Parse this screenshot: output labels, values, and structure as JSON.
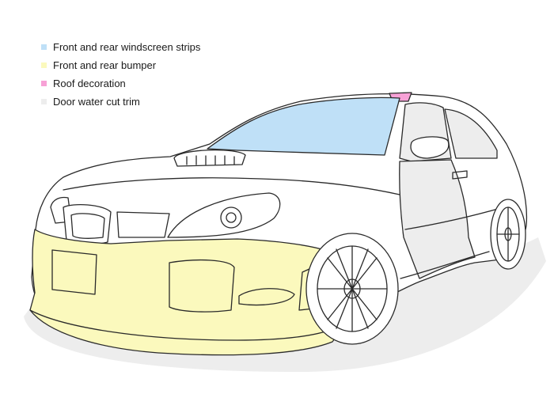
{
  "legend": [
    {
      "label": "Front and rear windscreen strips",
      "color": "#bfe0f7"
    },
    {
      "label": "Front and rear bumper",
      "color": "#fbf9bd"
    },
    {
      "label": "Roof decoration",
      "color": "#f7a1d6"
    },
    {
      "label": "Door water cut trim",
      "color": "#ededed"
    }
  ],
  "colors": {
    "windscreen": "#bfe0f7",
    "bumper": "#fbf9bd",
    "roof": "#f7a1d6",
    "door": "#ededed",
    "outline": "#2a2a2a",
    "shadow": "#e8e8e8"
  }
}
